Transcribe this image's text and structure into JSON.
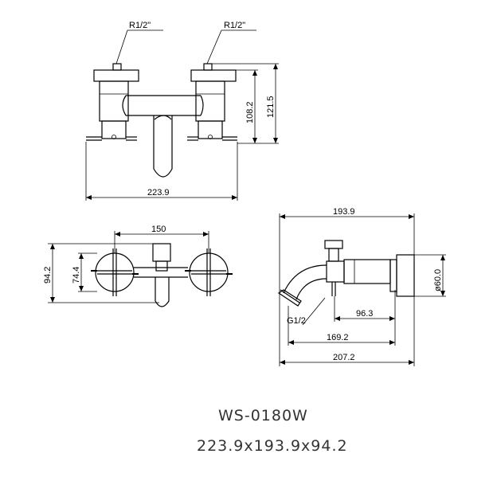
{
  "front_view": {
    "inlet_left": "R1/2\"",
    "inlet_right": "R1/2\"",
    "height_inner": "108.2",
    "height_outer": "121.5",
    "width": "223.9"
  },
  "top_view": {
    "center_distance": "150",
    "depth_outer": "94.2",
    "depth_inner": "74.4"
  },
  "side_view": {
    "width_top": "193.9",
    "diameter": "ø60.0",
    "outlet_thread": "G1/2",
    "dim_inner": "96.3",
    "dim_middle": "169.2",
    "dim_outer": "207.2"
  },
  "model": "WS-0180W",
  "overall_size": "223.9x193.9x94.2"
}
